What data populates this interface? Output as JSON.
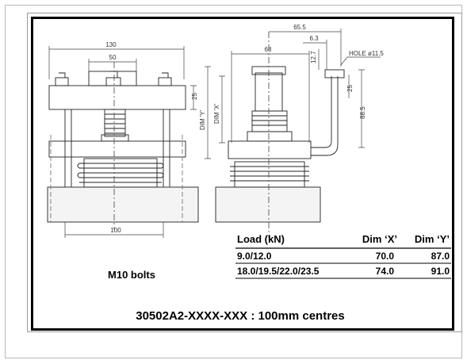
{
  "drawing": {
    "dimensions": {
      "d130": "130",
      "d50": "50",
      "d25a": "25",
      "d100": "100",
      "d68": "68",
      "d65_5": "65.5",
      "d6_3": "6.3",
      "d12_7": "12.7",
      "d25b": "25",
      "d88_5": "88.5",
      "dimY": "DIM 'Y'",
      "dimX": "DIM 'X'",
      "hole": "HOLE ø11.5"
    },
    "bolts_label": "M10 bolts",
    "part_number": "30502A2-XXXX-XXX : 100mm centres"
  },
  "table": {
    "headers": [
      "Load (kN)",
      "Dim ‘X’",
      "Dim ‘Y’"
    ],
    "rows": [
      [
        "9.0/12.0",
        "70.0",
        "87.0"
      ],
      [
        "18.0/19.5/22.0/23.5",
        "74.0",
        "91.0"
      ]
    ]
  }
}
